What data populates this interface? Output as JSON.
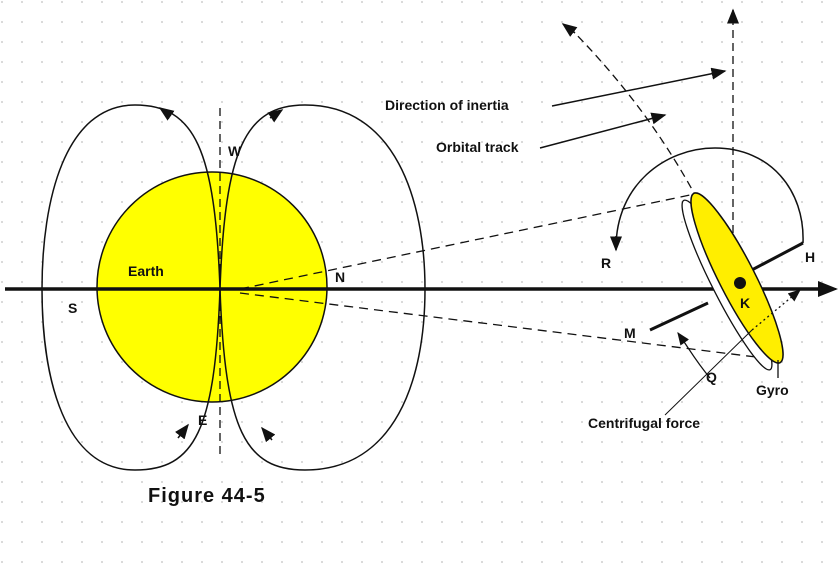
{
  "figure_title": "Figure 44-5",
  "labels": {
    "direction_of_inertia": "Direction of inertia",
    "orbital_track": "Orbital track",
    "earth": "Earth",
    "s": "S",
    "n": "N",
    "w": "W",
    "e": "E",
    "r": "R",
    "h": "H",
    "k": "K",
    "m": "M",
    "q": "Q",
    "gyro": "Gyro",
    "centrifugal_force": "Centrifugal force"
  },
  "colors": {
    "earth": "#ffff00",
    "gyro": "#ffee00",
    "line": "#111111",
    "grid_dot": "#c8c8c8"
  }
}
